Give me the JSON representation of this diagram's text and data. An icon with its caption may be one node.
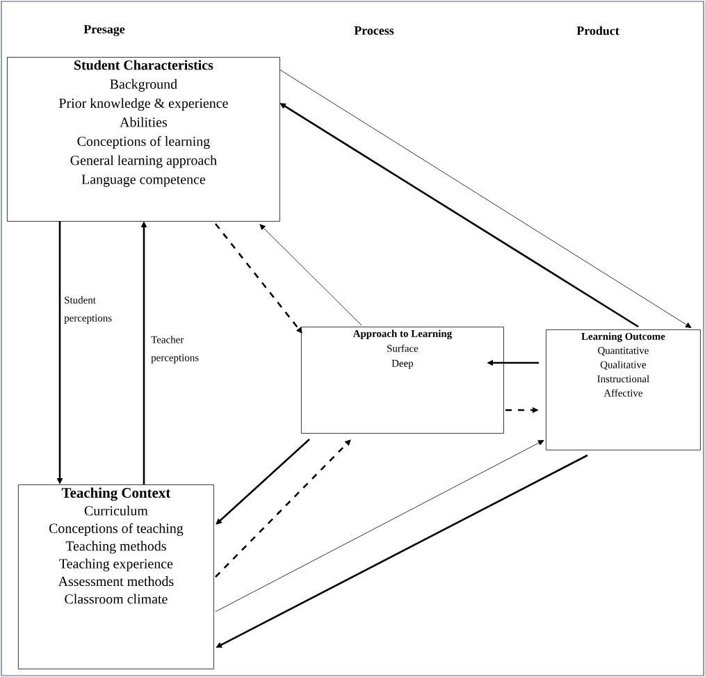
{
  "diagram": {
    "nodes": [
      {
        "text": [
          "Student Characteristics",
          "Background",
          "Prior knowledge & experience",
          "Abilities",
          "Conceptions of learning",
          "General learning approach",
          "Language competence"
        ]
      },
      {
        "text": [
          "Approach to Learning",
          "Surface",
          "Deep"
        ]
      },
      {
        "text": [
          "Learning Outcome",
          "Quantitative",
          "Qualitative",
          "Instructional",
          "Affective"
        ]
      },
      {
        "text": [
          "Teaching Context",
          "Curriculum",
          "Conceptions of teaching",
          "Teaching methods",
          "Teaching experience",
          "Assessment methods",
          "Classroom climate"
        ]
      }
    ],
    "edges": [
      {
        "from": 0,
        "to": 2,
        "arrow": "to"
      },
      {
        "from": 2,
        "to": 0,
        "arrow": "to"
      },
      {
        "from": 0,
        "to": 3,
        "arrow": "to",
        "label": "Student perceptions"
      },
      {
        "from": 3,
        "to": 0,
        "arrow": "to",
        "label": "Teacher perceptions"
      },
      {
        "from": 0,
        "to": 1,
        "arrow": "to",
        "style": "dashed"
      },
      {
        "from": 1,
        "to": 0,
        "arrow": "to"
      },
      {
        "from": 2,
        "to": 1,
        "arrow": "to"
      },
      {
        "from": 1,
        "to": 2,
        "arrow": "to",
        "style": "dashed"
      },
      {
        "from": 1,
        "to": 3,
        "arrow": "to"
      },
      {
        "from": 3,
        "to": 1,
        "arrow": "to",
        "style": "dashed"
      },
      {
        "from": 3,
        "to": 2,
        "arrow": "to"
      },
      {
        "from": 2,
        "to": 3,
        "arrow": "to"
      }
    ],
    "labels": [
      "Presage",
      "Process",
      "Product"
    ]
  }
}
